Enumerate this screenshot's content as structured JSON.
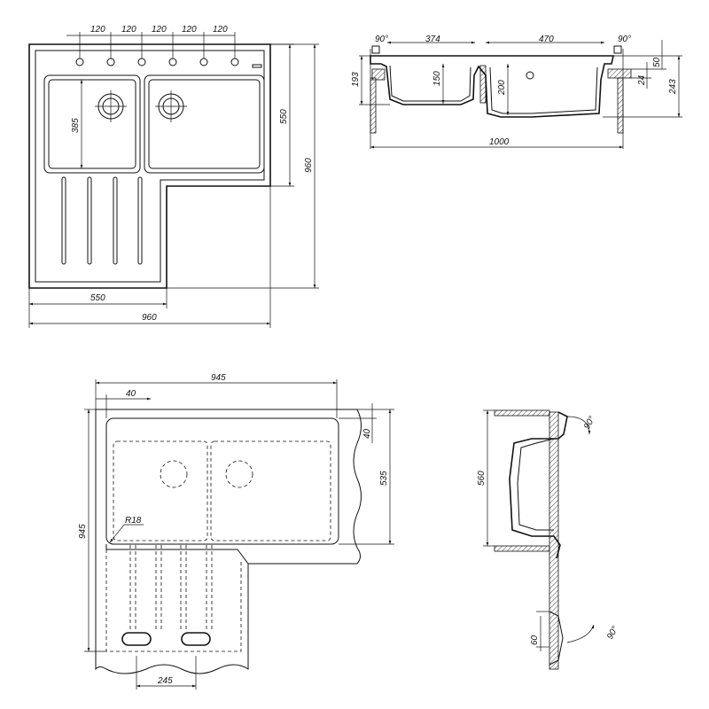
{
  "plan_view": {
    "tap_spacing": [
      "120",
      "120",
      "120",
      "120",
      "120"
    ],
    "bowl_height": "385",
    "right_depth": "550",
    "right_total": "960",
    "bottom_depth": "550",
    "bottom_total": "960"
  },
  "section_view": {
    "angle_left": "90°",
    "angle_right": "90°",
    "left_bowl_width": "374",
    "right_bowl_width": "470",
    "left_total_depth": "193",
    "left_bowl_depth": "150",
    "right_bowl_depth": "200",
    "rim_height": "50",
    "worktop": "24",
    "total_height": "243",
    "total_width": "1000"
  },
  "cutout_view": {
    "width": "945",
    "offset_top": "40",
    "offset_right": "40",
    "depth": "535",
    "height": "945",
    "radius": "R18",
    "rib_span": "245"
  },
  "side_view": {
    "height": "560",
    "angle_top": "90°",
    "angle_bottom": "90°",
    "offset": "60"
  }
}
